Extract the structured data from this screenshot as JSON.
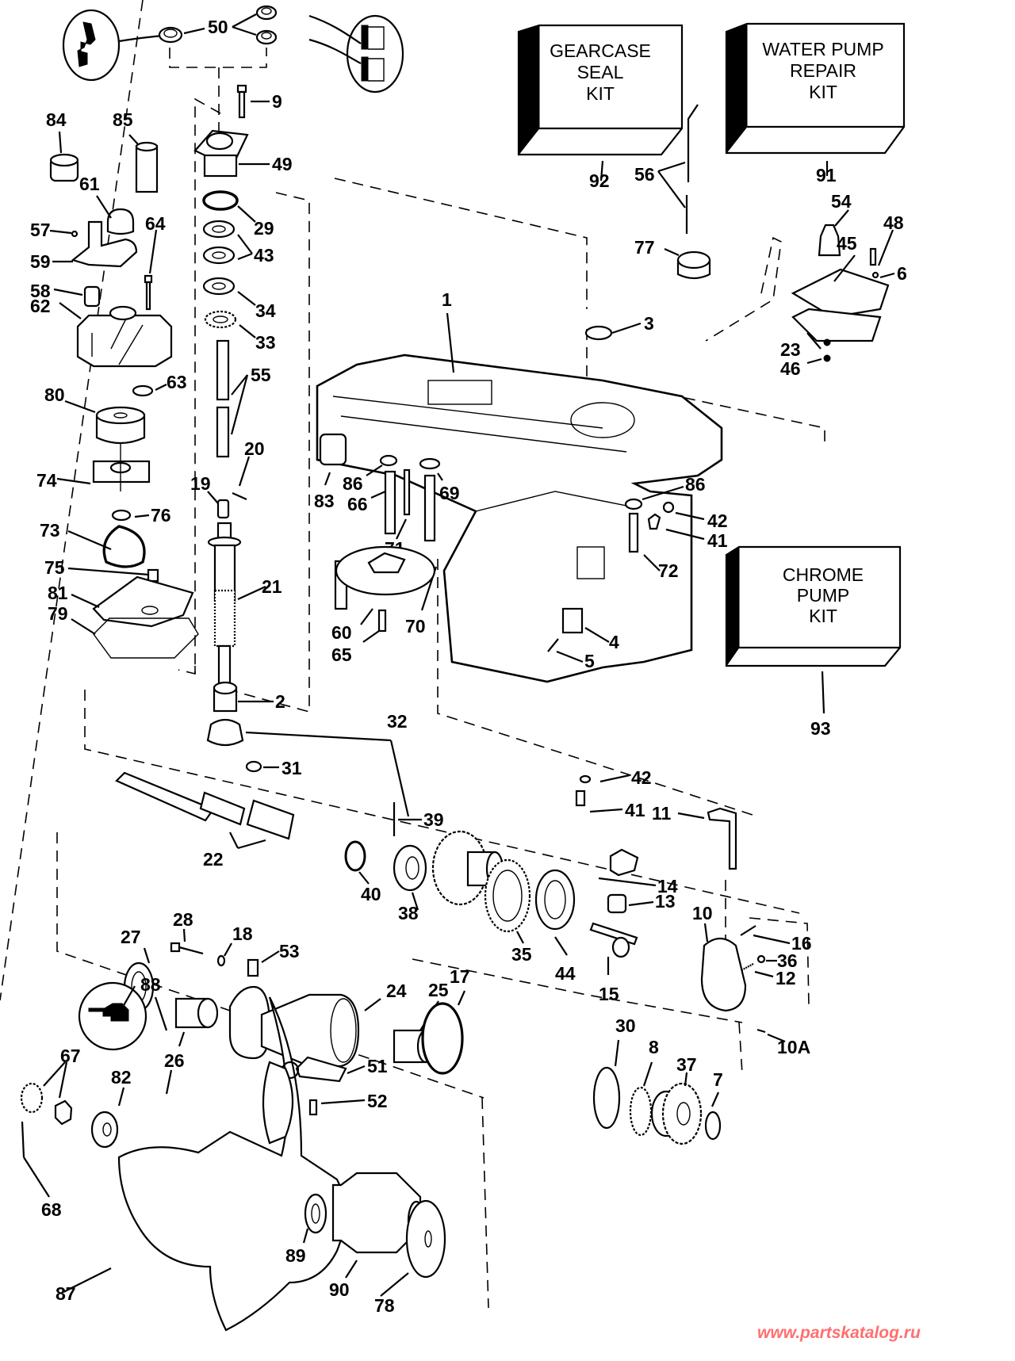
{
  "diagram": {
    "title": "Gearcase exploded parts diagram",
    "kits": [
      {
        "line1": "GEARCASE",
        "line2": "SEAL",
        "line3": "KIT",
        "ref": "92"
      },
      {
        "line1": "WATER PUMP",
        "line2": "REPAIR",
        "line3": "KIT",
        "ref": "91"
      },
      {
        "line1": "CHROME",
        "line2": "PUMP",
        "line3": "KIT",
        "ref": "93"
      }
    ],
    "callouts": {
      "c1": "1",
      "c2": "2",
      "c3": "3",
      "c4": "4",
      "c5": "5",
      "c6": "6",
      "c7": "7",
      "c8": "8",
      "c9": "9",
      "c10": "10",
      "c10a": "10A",
      "c11": "11",
      "c12": "12",
      "c13": "13",
      "c14": "14",
      "c15": "15",
      "c16": "16",
      "c17": "17",
      "c18": "18",
      "c19": "19",
      "c20": "20",
      "c21": "21",
      "c22": "22",
      "c23": "23",
      "c24": "24",
      "c25": "25",
      "c26": "26",
      "c27": "27",
      "c28": "28",
      "c29": "29",
      "c30": "30",
      "c31": "31",
      "c32": "32",
      "c33": "33",
      "c34": "34",
      "c35": "35",
      "c36": "36",
      "c37": "37",
      "c38": "38",
      "c39": "39",
      "c40": "40",
      "c41a": "41",
      "c41b": "41",
      "c42a": "42",
      "c42b": "42",
      "c43": "43",
      "c44": "44",
      "c45": "45",
      "c46": "46",
      "c48": "48",
      "c49": "49",
      "c50": "50",
      "c51": "51",
      "c52": "52",
      "c53": "53",
      "c54": "54",
      "c55": "55",
      "c56": "56",
      "c57": "57",
      "c58": "58",
      "c59": "59",
      "c60": "60",
      "c61": "61",
      "c62": "62",
      "c63": "63",
      "c64": "64",
      "c65": "65",
      "c66": "66",
      "c67": "67",
      "c68": "68",
      "c69": "69",
      "c70": "70",
      "c71": "71",
      "c72": "72",
      "c73": "73",
      "c74": "74",
      "c75": "75",
      "c76": "76",
      "c77": "77",
      "c78": "78",
      "c79": "79",
      "c80": "80",
      "c81": "81",
      "c82": "82",
      "c83": "83",
      "c84": "84",
      "c85": "85",
      "c86a": "86",
      "c86b": "86",
      "c87": "87",
      "c88": "88",
      "c89": "89",
      "c90": "90"
    }
  },
  "watermark": {
    "text": "www.partskatalog.ru",
    "color": "#ff6f6f"
  }
}
